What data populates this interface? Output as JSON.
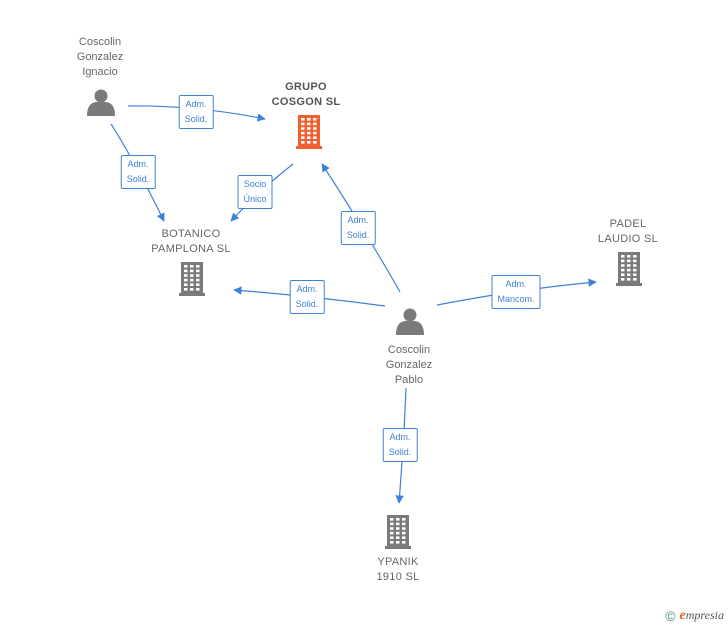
{
  "colors": {
    "edge": "#3e82d6",
    "person": "#7a7a7a",
    "company": "#7a7a7a",
    "company_highlight": "#f0602f"
  },
  "nodes": [
    {
      "id": "ignacio",
      "type": "person",
      "label": "Coscolin\nGonzalez\nIgnacio",
      "icon": "person-icon"
    },
    {
      "id": "grupo",
      "type": "company",
      "highlight": true,
      "label": "GRUPO\nCOSGON SL",
      "icon": "building-icon"
    },
    {
      "id": "botanico",
      "type": "company",
      "label": "BOTANICO\nPAMPLONA SL",
      "icon": "building-icon"
    },
    {
      "id": "padel",
      "type": "company",
      "label": "PADEL\nLAUDIO SL",
      "icon": "building-icon"
    },
    {
      "id": "pablo",
      "type": "person",
      "label": "Coscolin\nGonzalez\nPablo",
      "icon": "person-icon"
    },
    {
      "id": "ypanik",
      "type": "company",
      "label": "YPANIK\n1910 SL",
      "icon": "building-icon"
    }
  ],
  "edges": [
    {
      "id": "e1",
      "from": "ignacio",
      "to": "grupo",
      "label": "Adm.\nSolid."
    },
    {
      "id": "e2",
      "from": "ignacio",
      "to": "botanico",
      "label": "Adm.\nSolid."
    },
    {
      "id": "e3",
      "from": "grupo",
      "to": "botanico",
      "label": "Socio\nÚnico"
    },
    {
      "id": "e4",
      "from": "pablo",
      "to": "grupo",
      "label": "Adm.\nSolid."
    },
    {
      "id": "e5",
      "from": "pablo",
      "to": "botanico",
      "label": "Adm.\nSolid."
    },
    {
      "id": "e6",
      "from": "pablo",
      "to": "padel",
      "label": "Adm.\nMancom."
    },
    {
      "id": "e7",
      "from": "pablo",
      "to": "ypanik",
      "label": "Adm.\nSolid."
    }
  ],
  "footer": {
    "copyright": "©",
    "brand_initial": "e",
    "brand_rest": "mpresia"
  }
}
